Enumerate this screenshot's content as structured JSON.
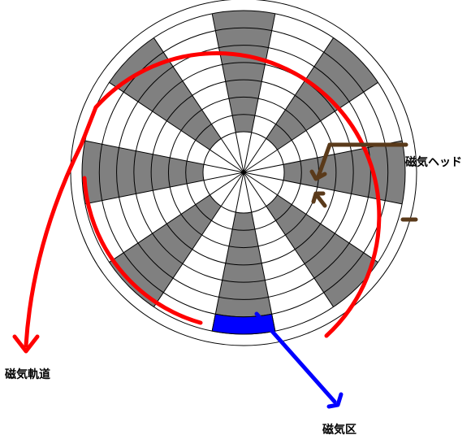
{
  "labels": {
    "head": "磁気ヘッド",
    "track": "磁気軌道",
    "sector": "磁気区"
  },
  "colors": {
    "sector_fill": "#808080",
    "highlight_sector": "#0000ff",
    "track_arrow": "#ff0000",
    "head_arrow": "#5a3a1a",
    "sector_arrow": "#0000ff",
    "line": "#000000"
  },
  "disk": {
    "sector_count": 16,
    "track_count": 7,
    "shaded": [
      true,
      false,
      true,
      false,
      true,
      false,
      true,
      false,
      true,
      false,
      true,
      false,
      true,
      false,
      true,
      false
    ]
  }
}
